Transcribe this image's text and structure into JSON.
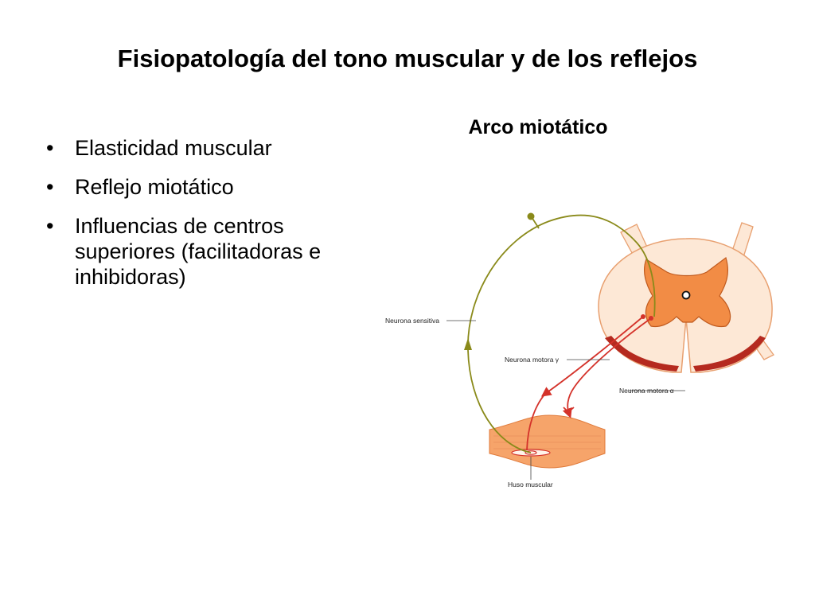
{
  "slide": {
    "title": "Fisiopatología del tono muscular y de los reflejos",
    "section_heading": "Arco miotático"
  },
  "bullets": [
    {
      "marker": "•",
      "text": "Elasticidad muscular"
    },
    {
      "marker": "•",
      "text": "Reflejo miotático"
    },
    {
      "marker": "•",
      "text": "Influencias de centros superiores (facilitadoras e inhibidoras)"
    }
  ],
  "diagram": {
    "labels": {
      "sensory_neuron": "Neurona sensitiva",
      "gamma_motor_neuron": "Neurona motora γ",
      "alpha_motor_neuron": "Neurona motora α",
      "muscle_spindle": "Huso muscular"
    },
    "colors": {
      "sensory_pathway": "#8a8a1a",
      "motor_pathway": "#d4322a",
      "gray_matter": "#f28c45",
      "white_matter": "#fde8d6",
      "muscle": "#f6a46a"
    }
  }
}
